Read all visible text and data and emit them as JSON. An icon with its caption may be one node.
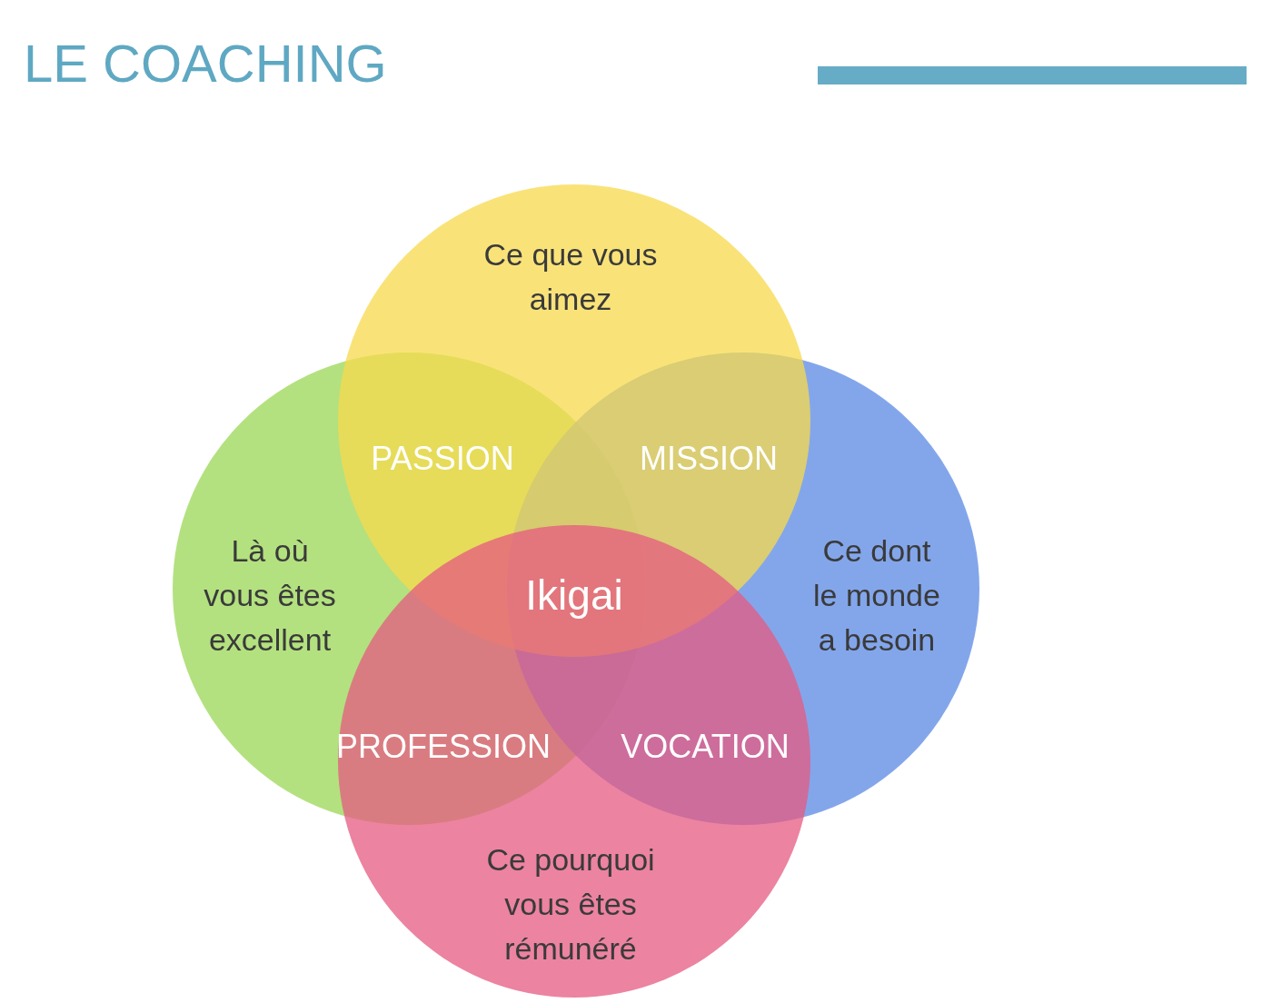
{
  "diagram": {
    "title": "LE COACHING",
    "nodes": [
      {
        "text": [],
        "shape": "bar"
      },
      {
        "text": [
          "Ce que vous aimez"
        ]
      },
      {
        "text": [
          "Là où vous êtes excellent"
        ]
      },
      {
        "text": [
          "Ce dont le monde a besoin"
        ]
      },
      {
        "text": [
          "Ce pourquoi vous êtes rémunéré"
        ]
      }
    ],
    "edges": [],
    "labels": [
      "PASSION",
      "MISSION",
      "Ikigai",
      "PROFESSION",
      "VOCATION"
    ]
  }
}
